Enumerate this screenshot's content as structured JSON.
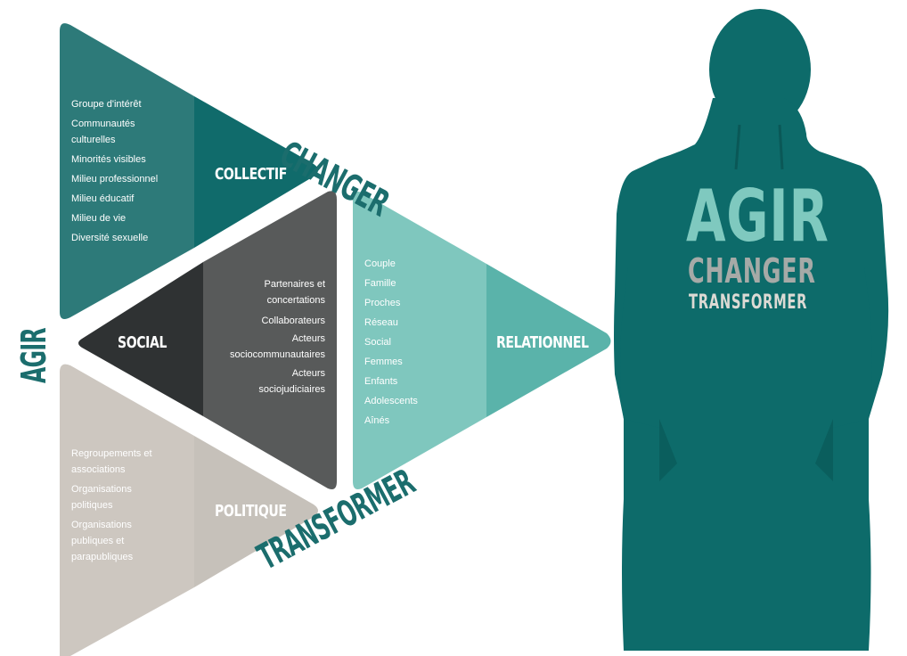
{
  "colors": {
    "collectif_light": "#2d7a79",
    "collectif_dark": "#106b6b",
    "social_light": "#585a5a",
    "social_dark": "#2f3233",
    "relationnel_light": "#7fc7be",
    "relationnel_dark": "#5ab3aa",
    "politique_light": "#cdc7c0",
    "politique_dark": "#c6c1ba",
    "accent_teal": "#1b6d6d",
    "silhouette": "#0d6b6a"
  },
  "collectif": {
    "label": "COLLECTIF",
    "items": [
      "Groupe d'intérêt",
      "Communautés culturelles",
      "Minorités visibles",
      "Milieu professionnel",
      "Milieu éducatif",
      "Milieu de vie",
      "Diversité sexuelle"
    ]
  },
  "social": {
    "label": "SOCIAL",
    "items": [
      "Partenaires et concertations",
      "Collaborateurs",
      "Acteurs sociocommunautaires",
      "Acteurs sociojudiciaires"
    ]
  },
  "relationnel": {
    "label": "RELATIONNEL",
    "items": [
      "Couple",
      "Famille",
      "Proches",
      "Réseau",
      "Social",
      "Femmes",
      "Enfants",
      "Adolescents",
      "Aînés"
    ]
  },
  "politique": {
    "label": "POLITIQUE",
    "items": [
      "Regroupements et associations",
      "Organisations politiques",
      "Organisations publiques et parapubliques"
    ]
  },
  "arrows": {
    "changer": "CHANGER",
    "transformer": "TRANSFORMER",
    "agir": "AGIR"
  },
  "shirt": {
    "line1": "AGIR",
    "line2": "CHANGER",
    "line3": "TRANSFORMER"
  }
}
